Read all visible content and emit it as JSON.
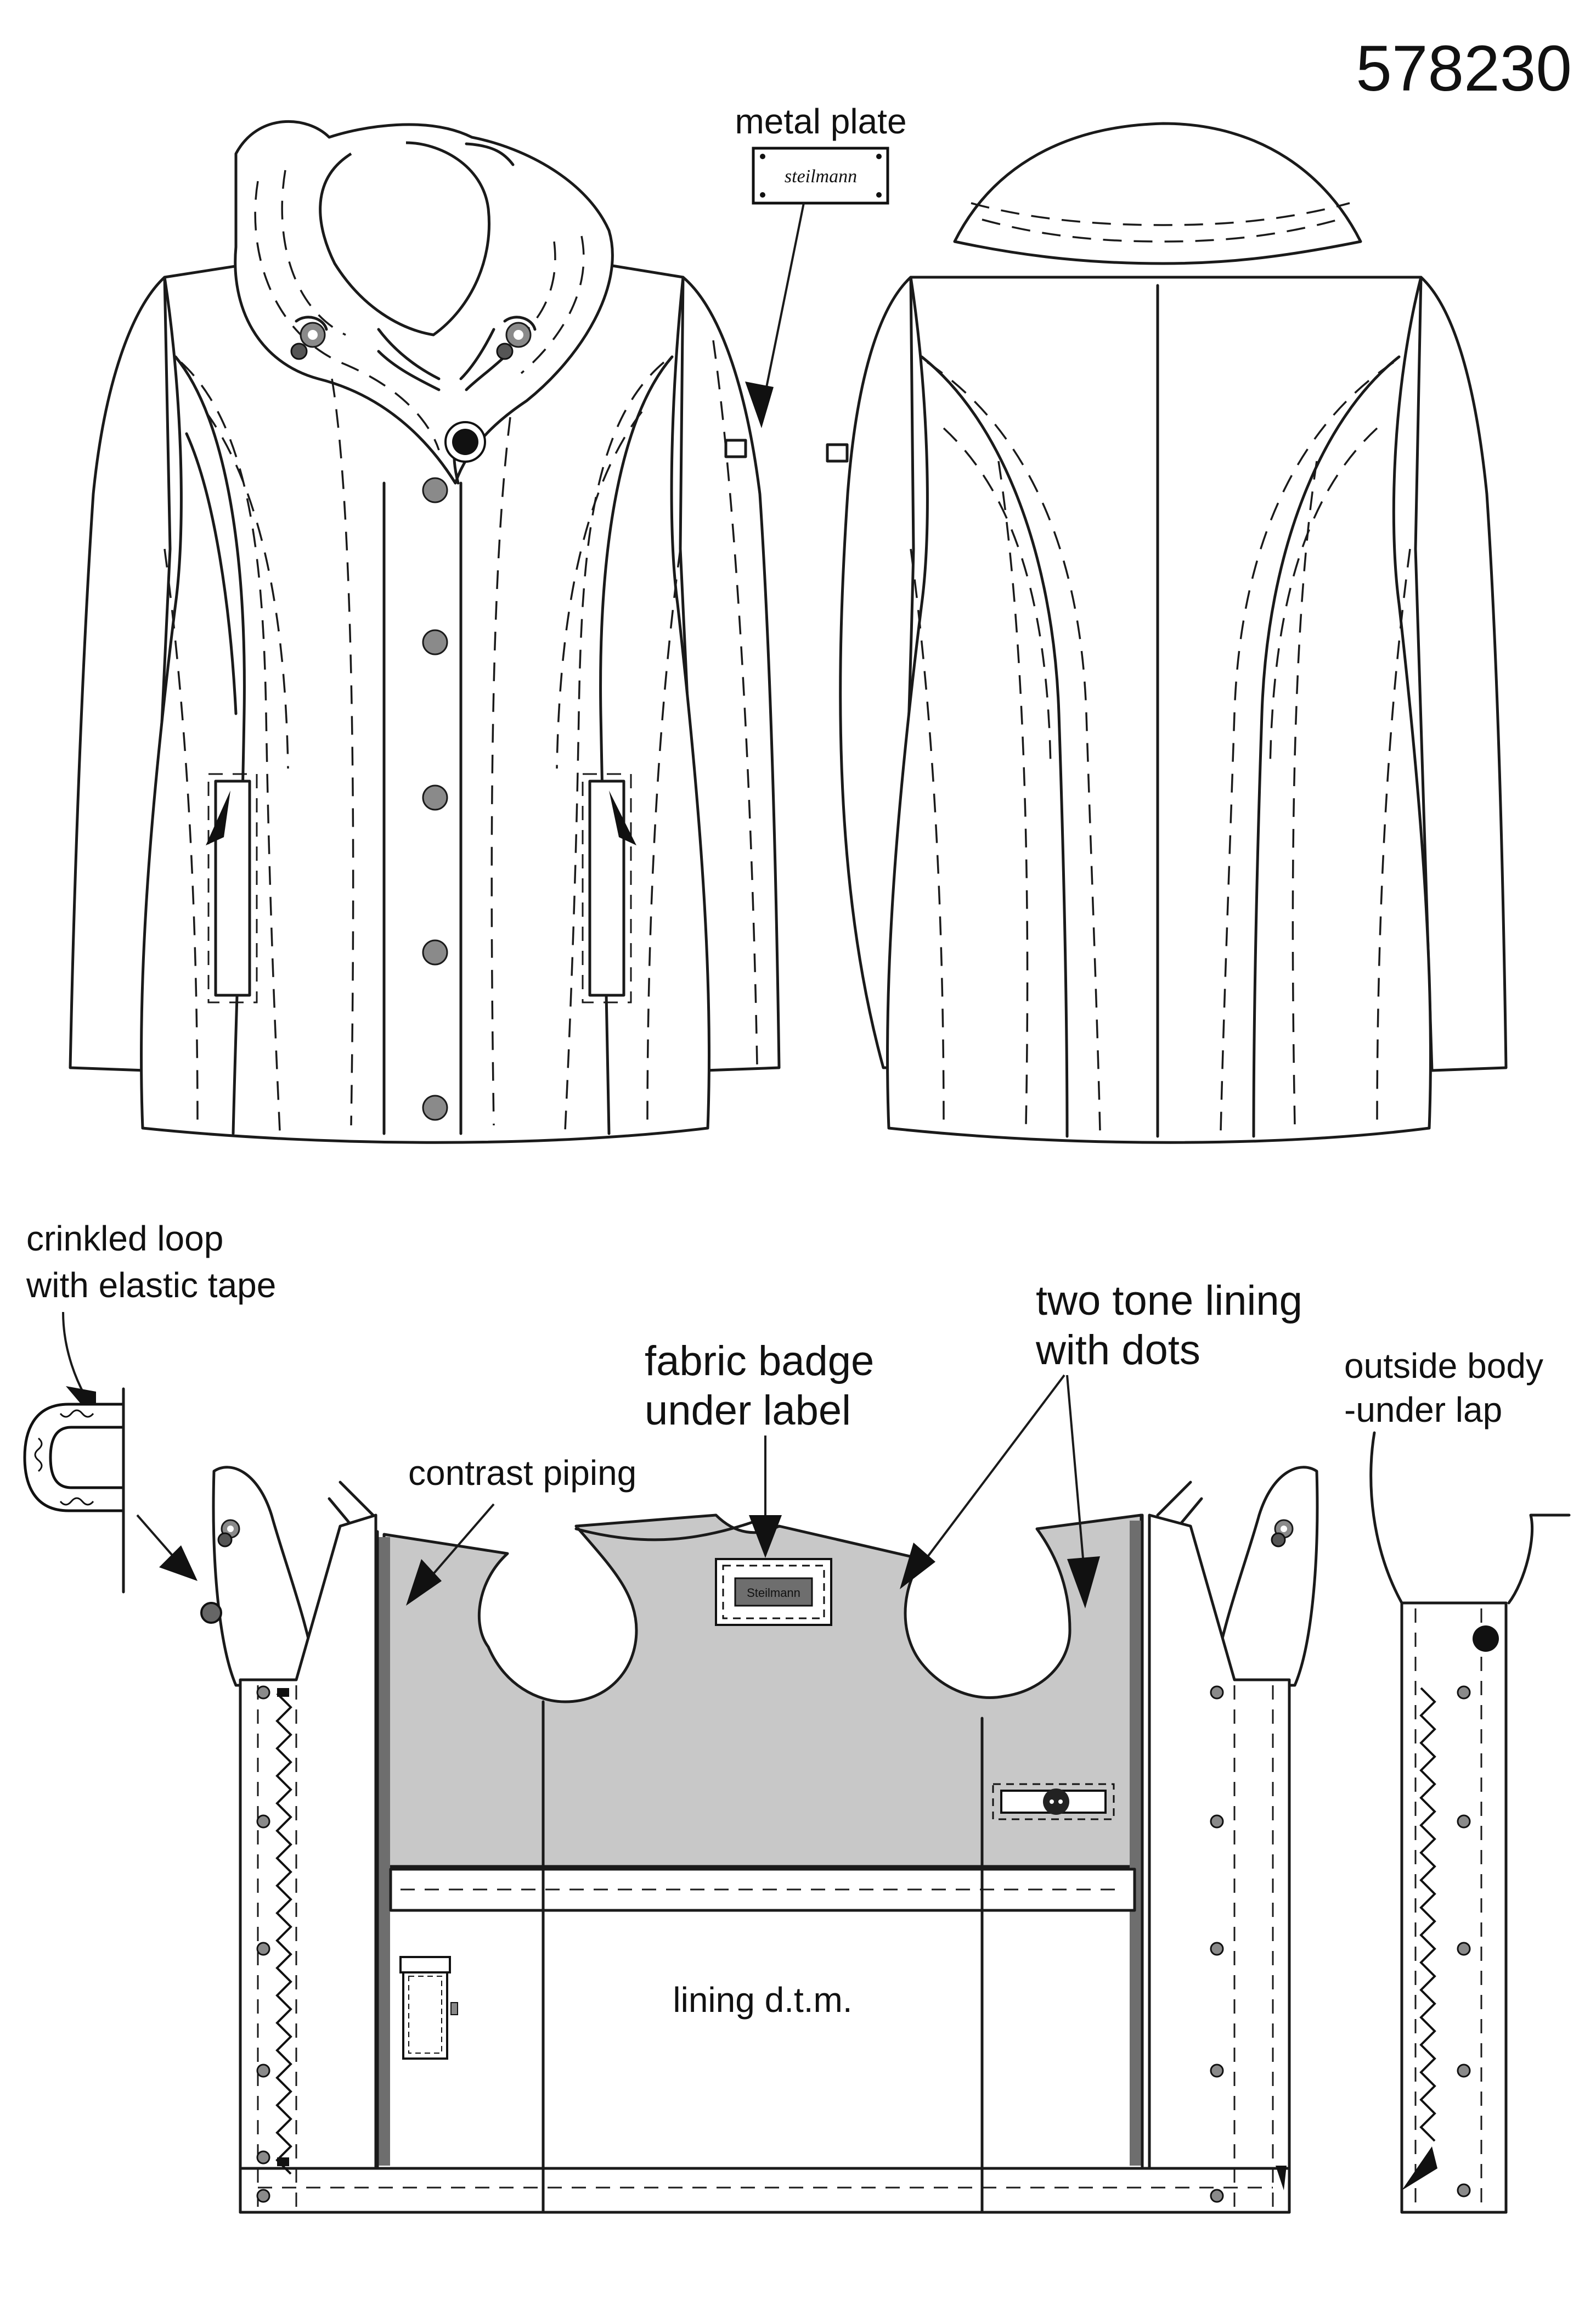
{
  "article_number": "578230",
  "labels": {
    "metal_plate": "metal plate",
    "crinkled_loop_line1": "crinkled loop",
    "crinkled_loop_line2": "with elastic tape",
    "contrast_piping": "contrast piping",
    "fabric_badge_line1": "fabric badge",
    "fabric_badge_line2": "under label",
    "two_tone_line1": "two tone lining",
    "two_tone_line2": "with dots",
    "outside_body_line1": "outside body",
    "outside_body_line2": "-under lap",
    "lining": "lining d.t.m."
  },
  "brand_plate_text": "steilmann",
  "brand_label_text": "Steilmann",
  "colors": {
    "line": "#1a1a1a",
    "lining_top": "#c8c8c8",
    "piping": "#6e6e6e",
    "button": "#8a8a8a",
    "background": "#ffffff"
  },
  "icons": [
    "arrow-icon",
    "button-icon",
    "metal-plate-icon",
    "fabric-badge-icon",
    "crinkled-loop-icon"
  ]
}
